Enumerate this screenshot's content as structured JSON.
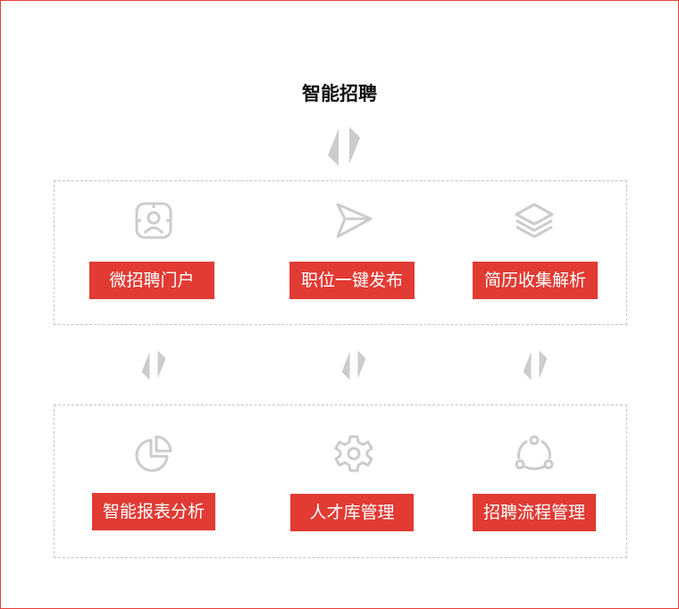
{
  "title": "智能招聘",
  "accent_color": "#e13b34",
  "icon_color": "#cccccc",
  "row1": [
    {
      "label": "微招聘门户",
      "icon": "user-badge-icon"
    },
    {
      "label": "职位一键发布",
      "icon": "send-icon"
    },
    {
      "label": "简历收集解析",
      "icon": "layers-icon"
    }
  ],
  "row2": [
    {
      "label": "智能报表分析",
      "icon": "pie-chart-icon"
    },
    {
      "label": "人才库管理",
      "icon": "gear-icon"
    },
    {
      "label": "招聘流程管理",
      "icon": "share-network-icon"
    }
  ],
  "arrow_icon": "bidirectional-arrow-icon"
}
